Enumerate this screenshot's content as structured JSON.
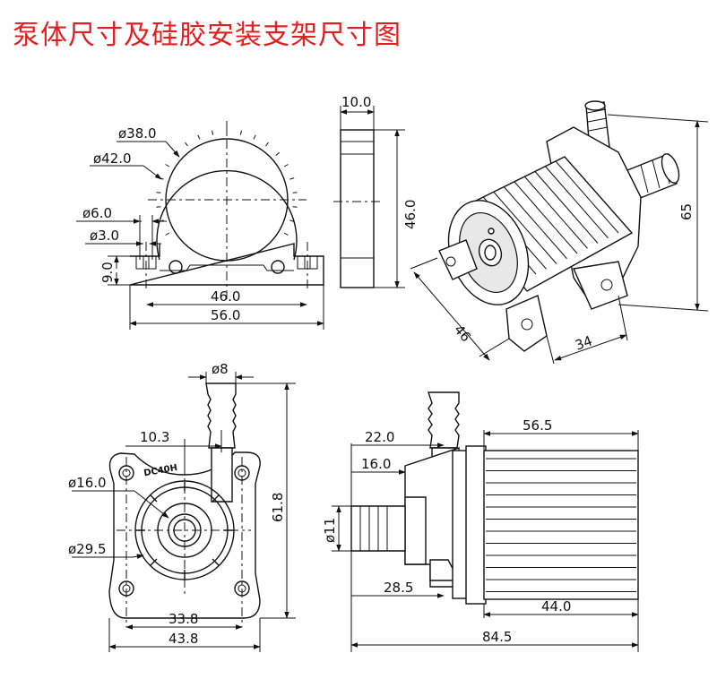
{
  "title": "泵体尺寸及硅胶安装支架尺寸图",
  "bracket_front": {
    "d_outer": "ø42.0",
    "d_inner": "ø38.0",
    "d_hole": "ø6.0",
    "d_small": "ø3.0",
    "foot_height": "9.0",
    "hole_spacing": "46.0",
    "total_width": "56.0"
  },
  "bracket_side": {
    "thickness": "10.0",
    "height": "46.0"
  },
  "iso_view": {
    "height": "65",
    "diameter": "46",
    "depth": "34"
  },
  "pump_front": {
    "d_outlet": "ø8",
    "outlet_offset": "10.3",
    "d_inlet": "ø16.0",
    "d_body": "ø29.5",
    "height": "61.8",
    "hole_spacing": "33.8",
    "total_width": "43.8",
    "marking": "DC40H"
  },
  "pump_side": {
    "outlet_pos": "22.0",
    "inlet_len": "16.0",
    "d_inlet": "ø11",
    "motor_len": "56.5",
    "head_len": "28.5",
    "body_len": "44.0",
    "total_len": "84.5"
  }
}
